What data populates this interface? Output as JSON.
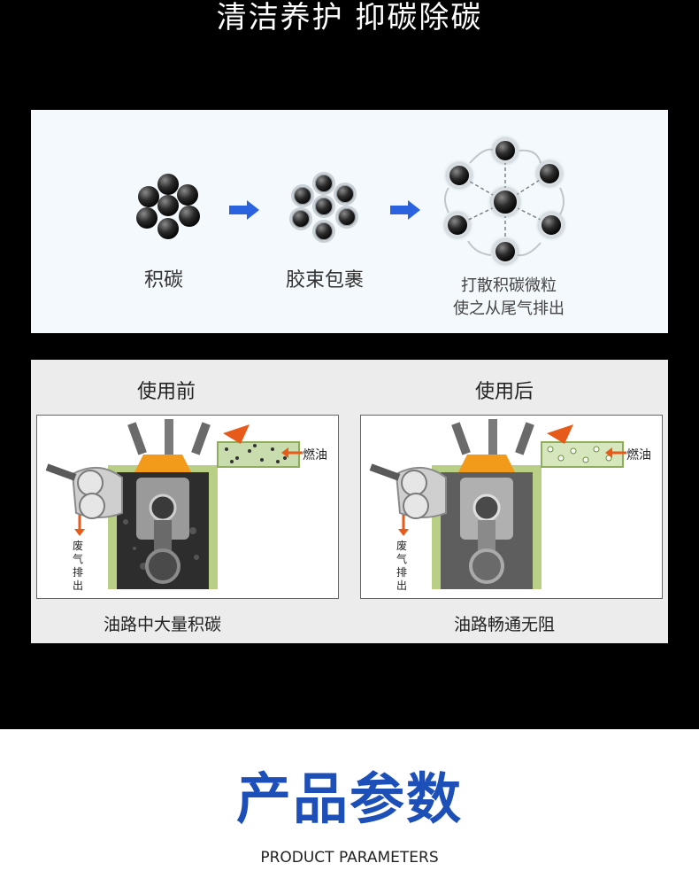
{
  "header": {
    "title": "清洁养护 抑碳除碳"
  },
  "carbon_process": {
    "step1_label": "积碳",
    "step2_label": "胶束包裹",
    "step3_line1": "打散积碳微粒",
    "step3_line2": "使之从尾气排出",
    "arrow_icon": "right-arrow-icon",
    "arrow_color": "#2a62e0"
  },
  "engine_compare": {
    "before_title": "使用前",
    "after_title": "使用后",
    "fuel_label": "燃油",
    "exhaust_label": [
      "废",
      "气",
      "排",
      "出"
    ],
    "before_caption": "油路中大量积碳",
    "after_caption": "油路畅通无阻"
  },
  "params": {
    "title": "产品参数",
    "subtitle": "PRODUCT PARAMETERS",
    "accent": "#1d4fb8"
  }
}
